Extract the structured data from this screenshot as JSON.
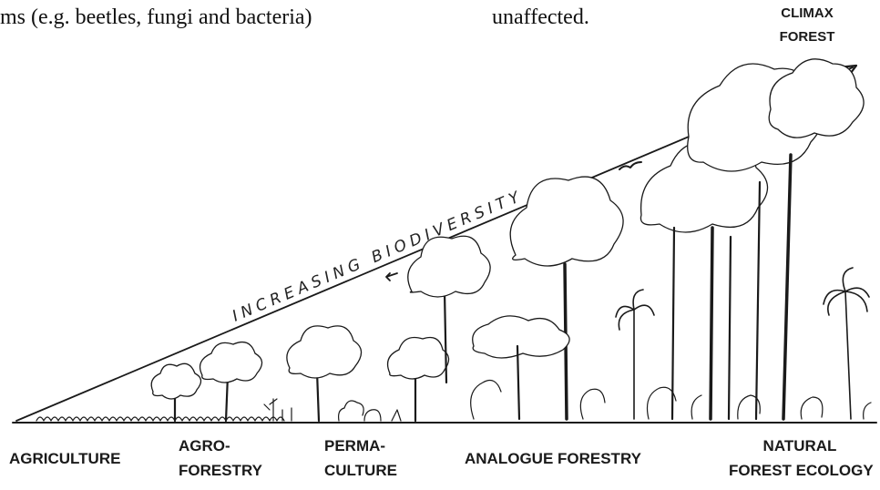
{
  "body_text": {
    "left_fragment": "ms (e.g. beetles, fungi and bacteria)",
    "right_fragment": "unaffected."
  },
  "diagram": {
    "axis_label": "INCREASING BIODIVERSITY",
    "endpoint": [
      "CLIMAX",
      "FOREST"
    ],
    "stages": [
      {
        "lines": [
          "AGRICULTURE"
        ]
      },
      {
        "lines": [
          "AGRO-",
          "FORESTRY"
        ]
      },
      {
        "lines": [
          "PERMA-",
          "CULTURE"
        ]
      },
      {
        "lines": [
          "ANALOGUE FORESTRY"
        ]
      },
      {
        "lines": [
          "NATURAL",
          "FOREST ECOLOGY"
        ]
      }
    ]
  }
}
